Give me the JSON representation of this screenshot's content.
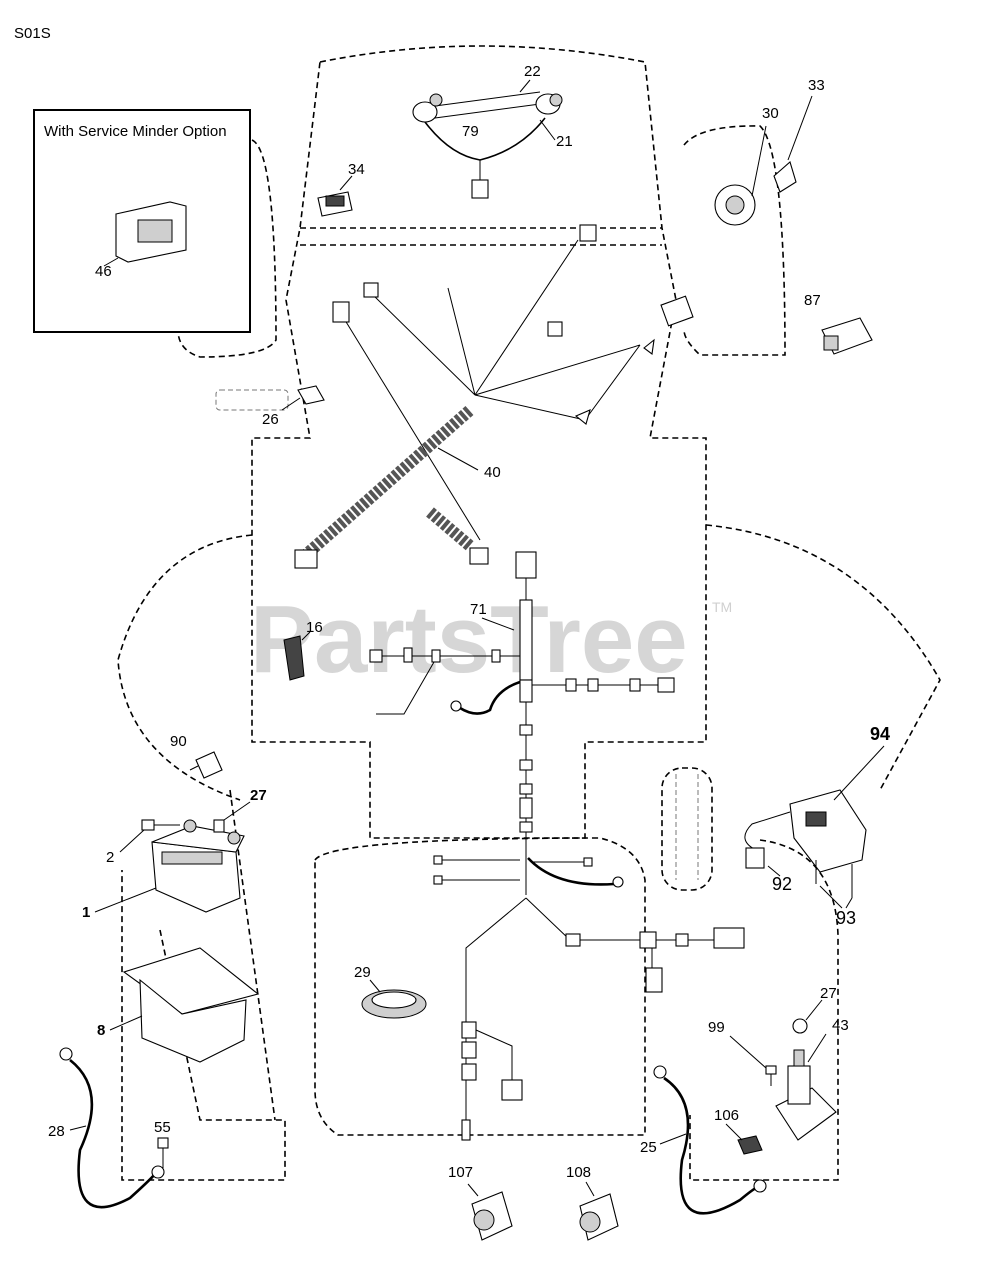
{
  "page_code": "S01S",
  "inset_title": "With Service Minder Option",
  "watermark": "PartsTree",
  "watermark_tm": "TM",
  "callouts": {
    "p1": "1",
    "p2": "2",
    "p8": "8",
    "p16": "16",
    "p21": "21",
    "p22": "22",
    "p25": "25",
    "p26": "26",
    "p27a": "27",
    "p27b": "27",
    "p28": "28",
    "p29": "29",
    "p30": "30",
    "p33": "33",
    "p34": "34",
    "p40": "40",
    "p43": "43",
    "p46": "46",
    "p55": "55",
    "p71": "71",
    "p79": "79",
    "p87": "87",
    "p90": "90",
    "p92": "92",
    "p93": "93",
    "p94": "94",
    "p99": "99",
    "p106": "106",
    "p107": "107",
    "p108": "108"
  }
}
